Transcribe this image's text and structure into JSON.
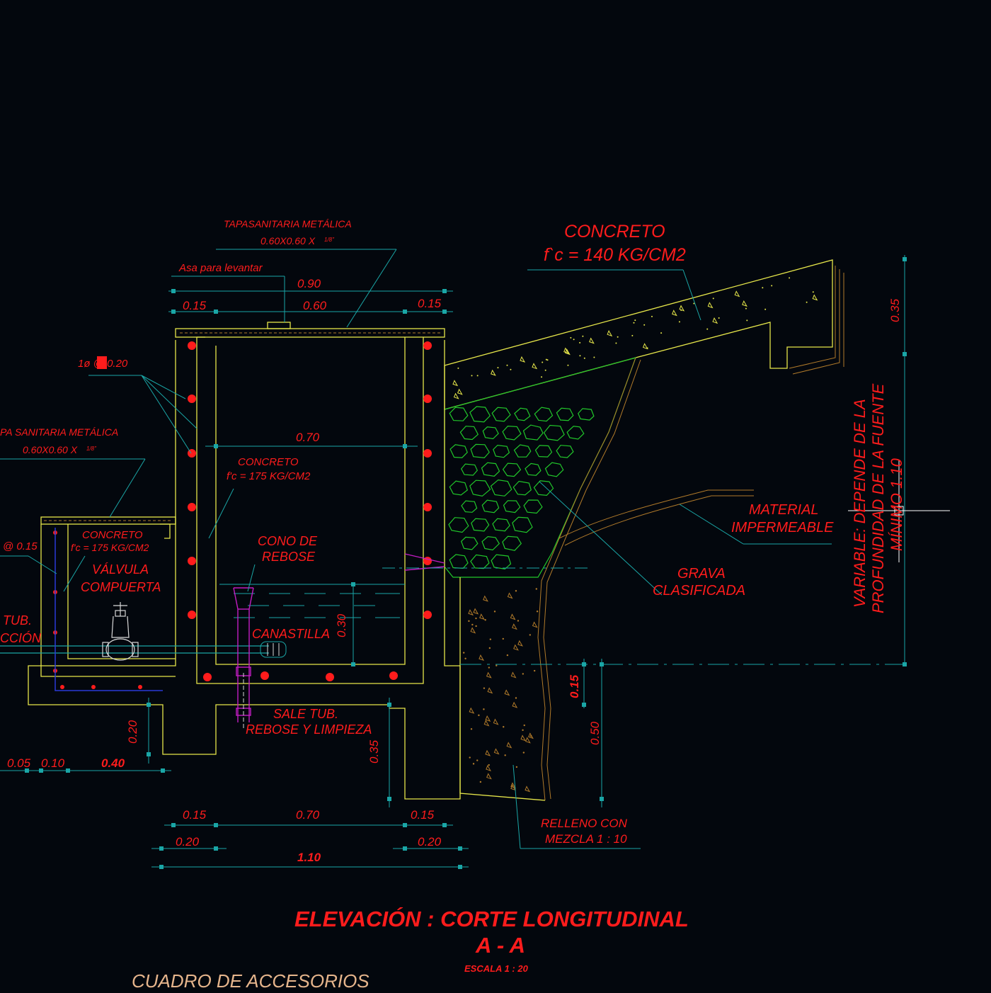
{
  "colors": {
    "background": "#03070d",
    "text": "#ff1c1c",
    "dimension_line": "#1aa6a6",
    "concrete_outline": "#e6e64a",
    "gravel": "#21c62a",
    "fill_soil": "#b07a2a",
    "pipe": "#c21cc2",
    "footer_text": "#e6b58c"
  },
  "labels": {
    "tapa_top_line1": "TAPASANITARIA METÁLICA",
    "tapa_top_line2": "0.60X0.60 X ",
    "tapa_top_frac": "1/8\"",
    "asa": "Asa para levantar",
    "concreto_slab_line1": "CONCRETO",
    "concreto_slab_line2": "f`c = 140 KG/CM2",
    "rebar_spec": "1ø       @ 0.20",
    "tapa_left_line1": "PA SANITARIA METÁLICA",
    "tapa_left_line2": "0.60X0.60 X ",
    "tapa_left_frac": "1/8\"",
    "concreto_main_line1": "CONCRETO",
    "concreto_main_line2": "f'c = 175 KG/CM2",
    "concreto_small_line1": "CONCRETO",
    "concreto_small_line2": "f'c = 175 KG/CM2",
    "rebar_left": "@ 0.15",
    "valvula_line1": "VÁLVULA",
    "valvula_line2": "COMPUERTA",
    "tub_line1": "TUB.",
    "tub_line2": "CCIÓN",
    "cono_line1": "CONO DE",
    "cono_line2": "REBOSE",
    "canastilla": "CANASTILLA",
    "sale_line1": "SALE TUB.",
    "sale_line2": "REBOSE Y LIMPIEZA",
    "material_line1": "MATERIAL",
    "material_line2": "IMPERMEABLE",
    "grava_line1": "GRAVA",
    "grava_line2": "CLASIFICADA",
    "relleno_line1": "RELLENO CON",
    "relleno_line2": "MEZCLA  1 : 10",
    "variable_line1": "VARIABLE: DEPENDE DE LA",
    "variable_line2": "PROFUNDIDAD DE LA FUENTE",
    "variable_line3": "MÍNIMO 1.10"
  },
  "dimensions": {
    "top_total": "0.90",
    "top_left": "0.15",
    "top_mid": "0.60",
    "top_right": "0.15",
    "inner_width": "0.70",
    "water_height": "0.30",
    "slab_height": "0.35",
    "left_base": "0.20",
    "left_a": "0.05",
    "left_b": "0.10",
    "left_c": "0.40",
    "drain_depth": "0.35",
    "right_a": "0.15",
    "right_b": "0.50",
    "bottom_left": "0.15",
    "bottom_mid": "0.70",
    "bottom_right": "0.15",
    "bottom_left2": "0.20",
    "bottom_right2": "0.20",
    "bottom_total": "1.10"
  },
  "title": {
    "main": "ELEVACIÓN : CORTE  LONGITUDINAL",
    "section": "A - A",
    "scale": "ESCALA 1 : 20"
  },
  "footer": {
    "cuadro": "CUADRO DE ACCESORIOS"
  }
}
